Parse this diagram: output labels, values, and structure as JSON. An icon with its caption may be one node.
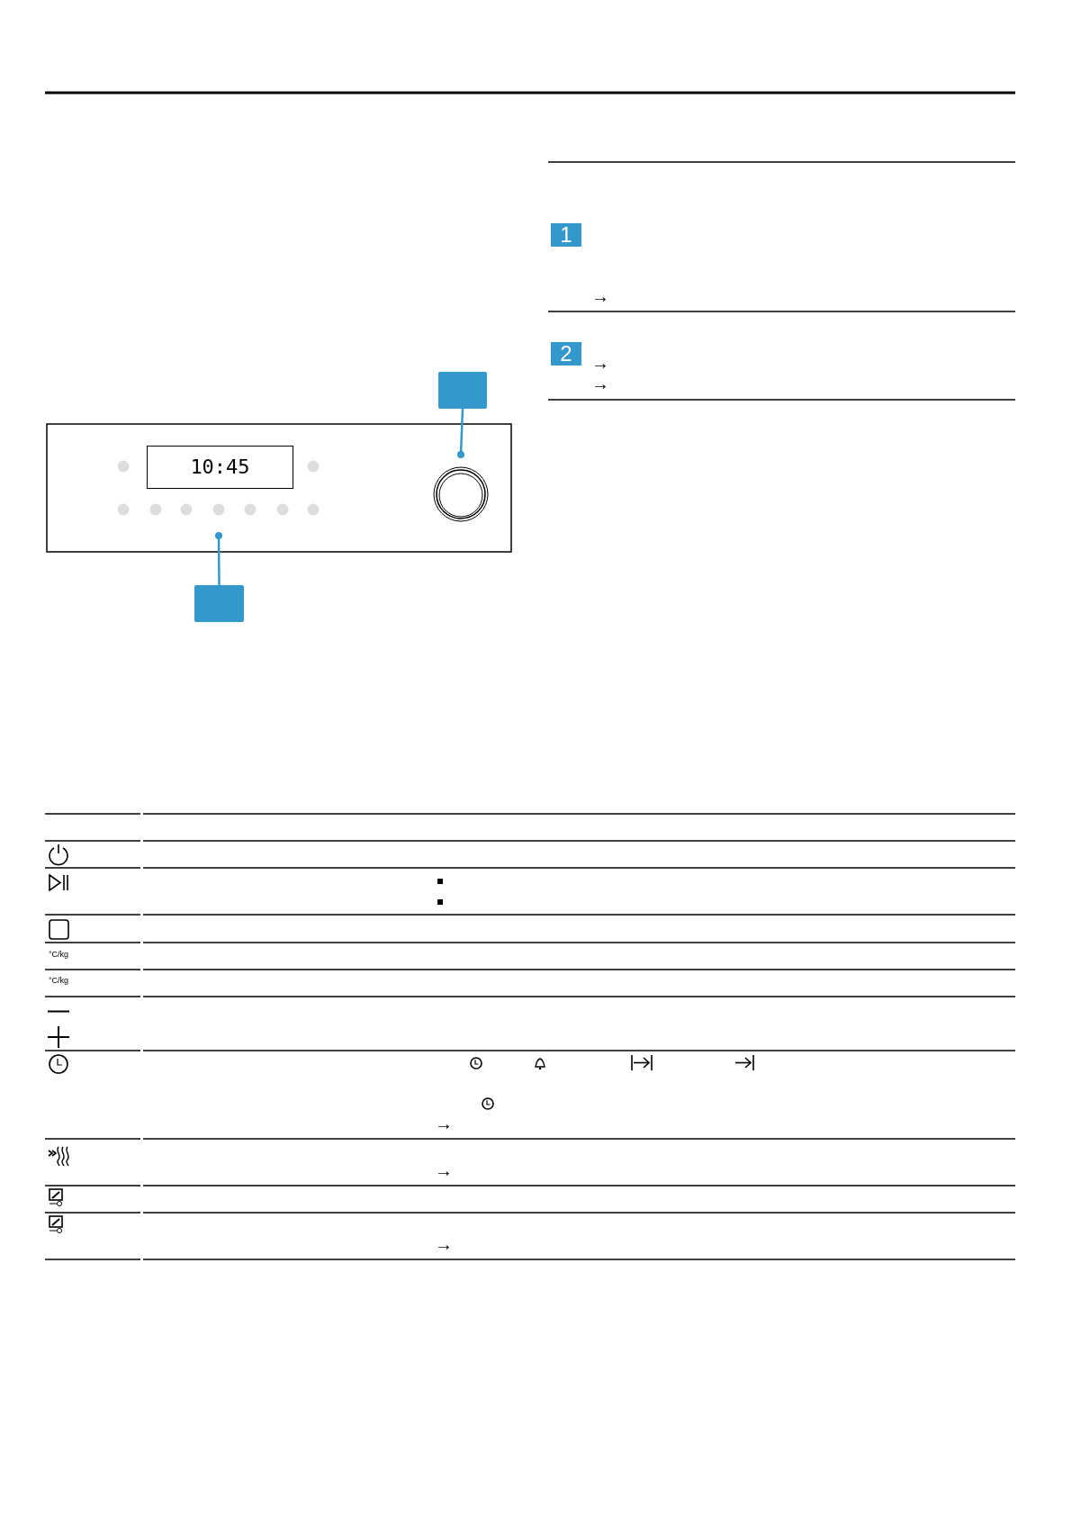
{
  "diagram": {
    "nodes": [
      {
        "text": [
          "1"
        ]
      },
      {
        "text": [
          "2"
        ]
      },
      {
        "text": [],
        "shape": "box"
      },
      {
        "text": [
          "10:45"
        ]
      },
      {
        "text": [],
        "shape": "circle"
      },
      {
        "text": [],
        "shape": "box"
      }
    ],
    "edges": [
      {
        "from": 2,
        "to": 4,
        "arrow": "other"
      },
      {
        "from": 5,
        "to": null,
        "arrow": "other"
      }
    ],
    "labels": [
      "→",
      "→",
      "→",
      "°C/kg",
      "°C/kg",
      "→",
      "→",
      "→"
    ]
  }
}
